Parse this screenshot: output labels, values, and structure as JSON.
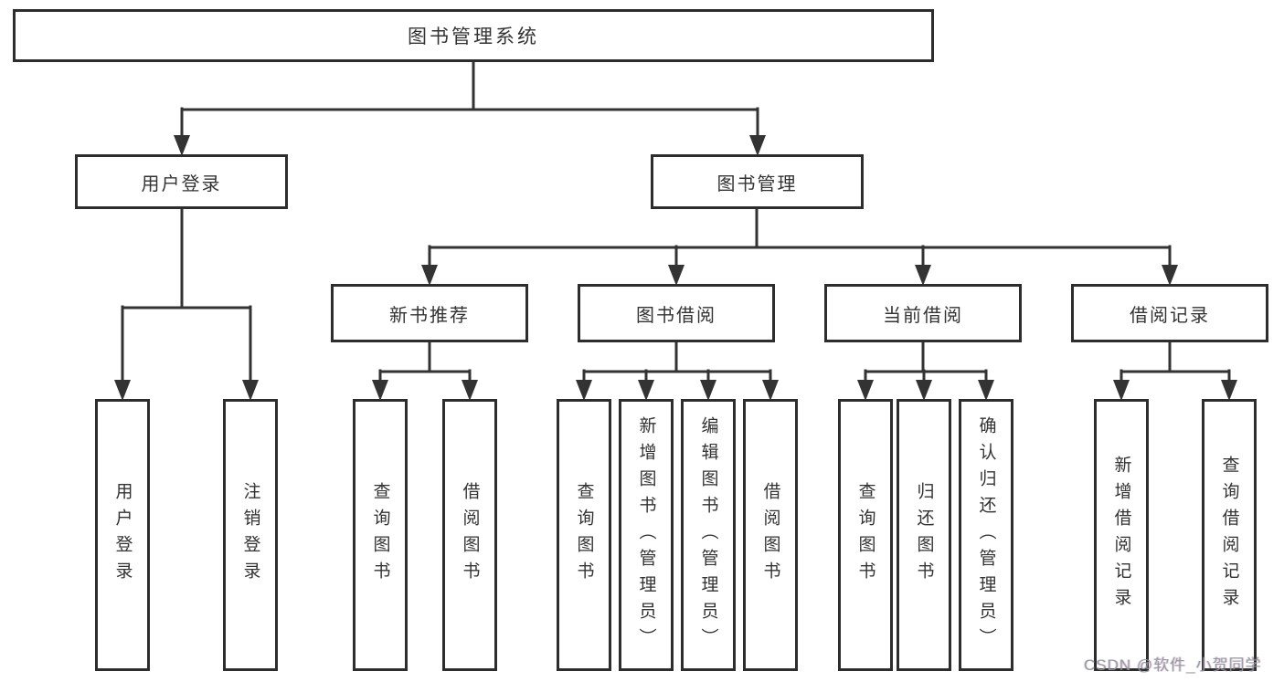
{
  "diagram": {
    "root": {
      "label": "图书管理系统"
    },
    "level2": [
      {
        "id": "user-login",
        "label": "用户登录"
      },
      {
        "id": "book-management",
        "label": "图书管理"
      }
    ],
    "level3": [
      {
        "id": "new-book-recommend",
        "label": "新书推荐"
      },
      {
        "id": "book-borrow",
        "label": "图书借阅"
      },
      {
        "id": "current-borrow",
        "label": "当前借阅"
      },
      {
        "id": "borrow-records",
        "label": "借阅记录"
      }
    ],
    "leaves": {
      "user_login": [
        "用户登录",
        "注销登录"
      ],
      "new_book": [
        "查询图书",
        "借阅图书"
      ],
      "book_borrow": [
        "查询图书",
        "新增图书（管理员）",
        "编辑图书（管理员）",
        "借阅图书"
      ],
      "current_borrow": [
        "查询图书",
        "归还图书",
        "确认归还（管理员）"
      ],
      "borrow_record": [
        "新增借阅记录",
        "查询借阅记录"
      ]
    },
    "watermark": "CSDN @软件_小贺同学",
    "colors": {
      "line": "#333333",
      "box_border": "#2d2d2d",
      "text": "#333333",
      "watermark": "#94949e",
      "background": "#ffffff"
    }
  }
}
